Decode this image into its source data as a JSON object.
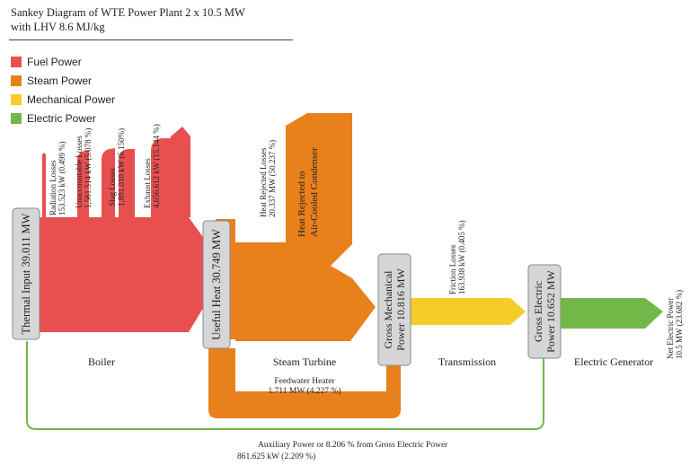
{
  "title": {
    "line1": "Sankey Diagram of WTE Power Plant 2 x 10.5 MW",
    "line2": "with LHV 8.6 MJ/kg"
  },
  "legend": [
    {
      "label": "Fuel Power",
      "color": "#e85050"
    },
    {
      "label": "Steam Power",
      "color": "#e8801c"
    },
    {
      "label": "Mechanical Power",
      "color": "#f6cc2a"
    },
    {
      "label": "Electric Power",
      "color": "#72b848"
    }
  ],
  "nodes": {
    "thermal_input": "Thermal Input 39.011 MW",
    "useful_heat": "Useful Heat 30.749 MW",
    "gross_mech_1": "Gross Mechanical",
    "gross_mech_2": "Power 10.816 MW",
    "gross_elec_1": "Gross Electric",
    "gross_elec_2": "Power 10.652 MW"
  },
  "stages": {
    "boiler": "Boiler",
    "steam_turbine": "Steam Turbine",
    "transmission": "Transmission",
    "electric_generator": "Electric Generator"
  },
  "losses": {
    "radiation_1": "Radiation Losses",
    "radiation_2": "153.523 kW (0.499 %)",
    "unaccountable_1": "Unaccountable Losses",
    "unaccountable_2": "1,561.514 kW (5.078 %)",
    "slag_1": "Slag Losses",
    "slag_2": "1,891.010 kW (6.150%)",
    "exhaust_1": "Exhaust Losses",
    "exhaust_2": "4,656.612 kW (15.144 %)",
    "heat_rejected_1": "Heat Rejected Losses",
    "heat_rejected_2": "20.337 MW (50.237 %)",
    "condenser_1": "Heat Rejected to",
    "condenser_2": "Air-Cooled Condenser",
    "friction_1": "Friction Losses",
    "friction_2": "163.938 kW (0.405 %)",
    "net_elec_1": "Net Electric Power",
    "net_elec_2": "10.5 MW (23.682 %)"
  },
  "feedwater": {
    "line1": "Feedwater Heater",
    "line2": "1.711 MW (4.227 %)"
  },
  "auxiliary": {
    "line1": "Auxiliary Power  or   8.206  % from Gross Electric Power",
    "line2": "861.625 kW (2.209 %)"
  }
}
